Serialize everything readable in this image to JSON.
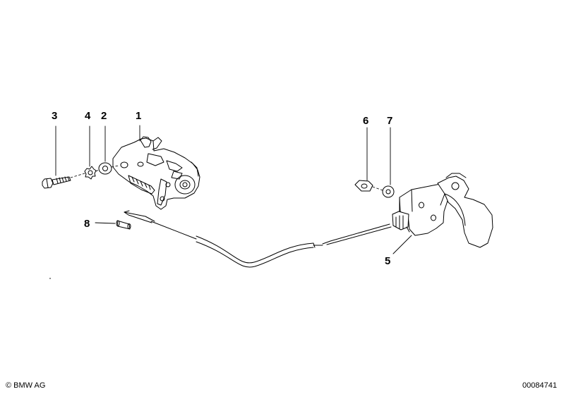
{
  "parts": [
    {
      "key": "p1",
      "label": "1"
    },
    {
      "key": "p2",
      "label": "2"
    },
    {
      "key": "p3",
      "label": "3"
    },
    {
      "key": "p4",
      "label": "4"
    },
    {
      "key": "p5",
      "label": "5"
    },
    {
      "key": "p6",
      "label": "6"
    },
    {
      "key": "p7",
      "label": "7"
    },
    {
      "key": "p8",
      "label": "8"
    }
  ],
  "footer": {
    "copyright": "© BMW AG",
    "doc_number": "00084741"
  }
}
